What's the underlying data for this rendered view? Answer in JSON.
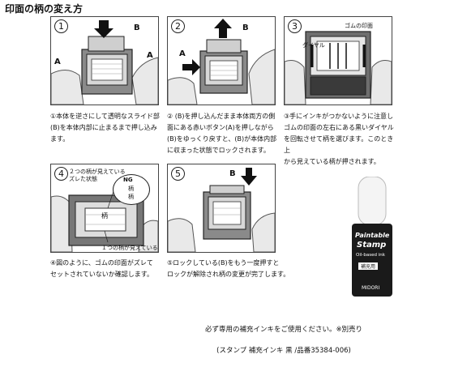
{
  "title": "印面の柄の変え方",
  "steps": [
    {
      "num": "1",
      "labels": {
        "a1": "A",
        "b": "B",
        "a2": "A"
      },
      "desc": "①本体を逆さにして透明なスライド部\n(B)を本体内部に止まるまで押し込み\nます。"
    },
    {
      "num": "2",
      "labels": {
        "b": "B",
        "a": "A"
      },
      "desc": "② (B)を押し込んだまま本体両方の側\n面にある赤いボタン(A)を押しながら\n(B)をゆっくり戻すと、(B)が本体内部\nに収まった状態でロックされます。"
    },
    {
      "num": "3",
      "labels": {
        "rubber": "ゴムの印面",
        "dial": "ダイヤル"
      },
      "desc": "③手にインキがつかないように注意し\nゴムの印面の左右にある黒いダイヤル\nを回転させて柄を選びます。このとき上\nから見えている柄が押されます。"
    },
    {
      "num": "4",
      "labels": {
        "two_visible": "２つの柄が見えている",
        "shifted": "ズレた状態",
        "ng": "NG",
        "gara1": "柄",
        "gara2": "柄",
        "gara3": "柄",
        "one_visible": "１つの柄が見えている"
      },
      "desc": "④図のように、ゴムの印面がズレて\nセットされていないか確認します。"
    },
    {
      "num": "5",
      "labels": {
        "b": "B"
      },
      "desc": "⑤ロックしている(B)をもう一度押すと\nロックが解除され柄の変更が完了します。"
    }
  ],
  "product": {
    "line1": "Paintable",
    "line2": "Stamp",
    "line3": "Oil-based ink",
    "badge": "補充用",
    "brand": "MIDORI"
  },
  "footer": {
    "line1": "必ず専用の補充インキをご使用ください。※別売り",
    "line2": "(スタンプ 補充インキ 黒 /品番35384-006)"
  },
  "colors": {
    "border": "#444444",
    "ink": "#111111",
    "bottle": "#1a1a1a"
  }
}
